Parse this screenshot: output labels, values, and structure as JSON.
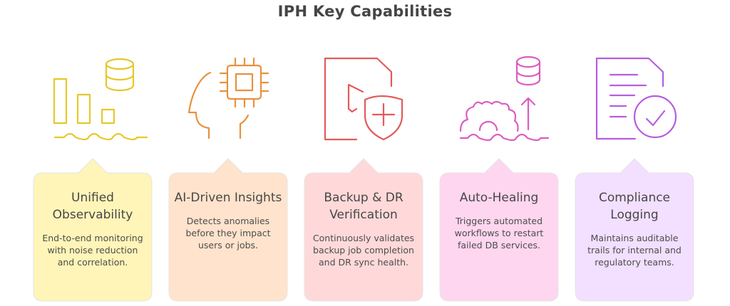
{
  "title": "IPH Key Capabilities",
  "capabilities": [
    {
      "icon": "observability-chart-database-icon",
      "heading": "Unified Observability",
      "description": "End-to-end monitoring with noise reduction and correlation.",
      "color": "#e6c829",
      "card_fill": "#fff5b8"
    },
    {
      "icon": "ai-head-chip-icon",
      "heading": "AI-Driven Insights",
      "description": "Detects anomalies before they impact users or jobs.",
      "color": "#e8913e",
      "card_fill": "#ffe3cc"
    },
    {
      "icon": "document-shield-icon",
      "heading": "Backup & DR Verification",
      "description": "Continuously validates backup job completion and DR sync health.",
      "color": "#e35a5a",
      "card_fill": "#ffd9d9"
    },
    {
      "icon": "gear-database-arrow-icon",
      "heading": "Auto-Healing",
      "description": "Triggers automated workflows to restart failed DB services.",
      "color": "#dd5cc0",
      "card_fill": "#ffd6ef"
    },
    {
      "icon": "document-checkmark-icon",
      "heading": "Compliance Logging",
      "description": "Maintains auditable trails for internal and regulatory teams.",
      "color": "#b65de0",
      "card_fill": "#f3dfff"
    }
  ]
}
